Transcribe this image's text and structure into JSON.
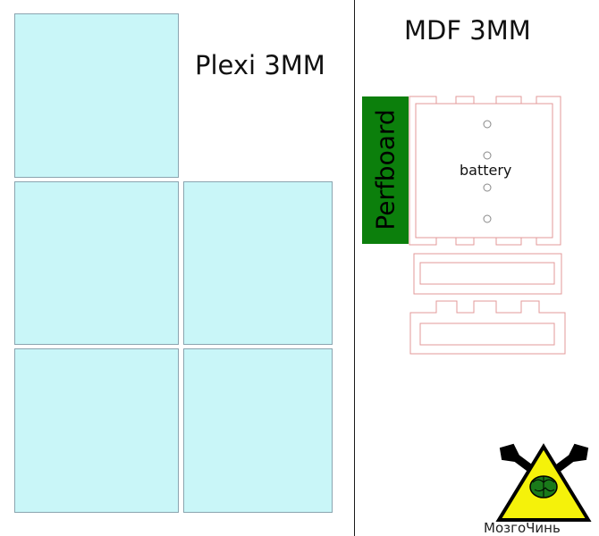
{
  "left_sheet": {
    "label": "Plexi 3MM",
    "panel_color": "#c9f6f8"
  },
  "right_sheet": {
    "label": "MDF 3MM",
    "perfboard_label": "Perfboard",
    "battery_label": "battery",
    "cut_line_color": "#e39a9a"
  },
  "logo": {
    "text": "MозгоЧинь",
    "colors": {
      "triangle": "#f5f20a",
      "brain": "#1a7a1a",
      "outline": "#000000"
    }
  }
}
